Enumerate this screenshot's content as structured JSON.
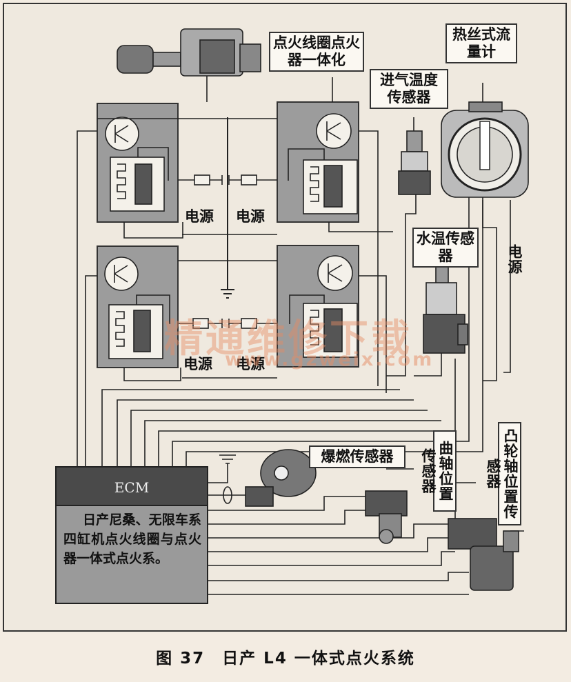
{
  "labels": {
    "coil_igniter": "点火线圈点火器一体化",
    "hot_wire_maf": "热丝式流量计",
    "intake_temp_sensor": "进气温度传感器",
    "coolant_temp_sensor": "水温传感器",
    "power_vertical": "电源",
    "power_1": "电源",
    "power_2": "电源",
    "power_3": "电源",
    "power_4": "电源",
    "knock_sensor": "爆燃传感器",
    "crank_sensor": "曲轴位置传感器",
    "cam_sensor": "凸轮轴位置传感器"
  },
  "ecm": {
    "title": "ECM",
    "description": "日产尼桑、无限车系四缸机点火线圈与点火器一体式点火系。"
  },
  "watermark": {
    "cn": "精通维修下载",
    "url": "www.gzweix.com"
  },
  "caption": "图 37　日产 L4 一体式点火系统"
}
